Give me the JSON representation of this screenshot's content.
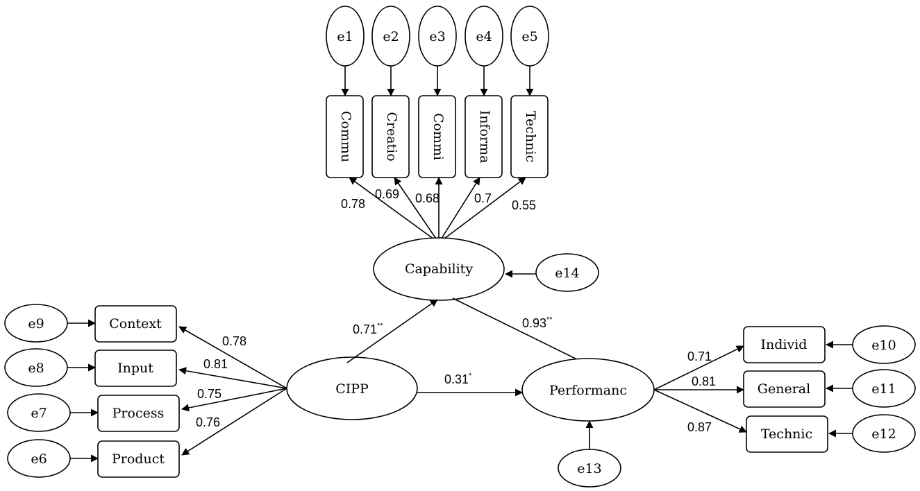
{
  "diagram": {
    "capability_indicators": [
      {
        "id": "commu",
        "label": "Commu",
        "error": "e1",
        "loading": "0.78"
      },
      {
        "id": "creatio",
        "label": "Creatio",
        "error": "e2",
        "loading": "0.69"
      },
      {
        "id": "commi",
        "label": "Commi",
        "error": "e3",
        "loading": "0.68"
      },
      {
        "id": "informa",
        "label": "Informa",
        "error": "e4",
        "loading": "0.7"
      },
      {
        "id": "technic-top",
        "label": "Technic",
        "error": "e5",
        "loading": "0.55"
      }
    ],
    "cipp_indicators": [
      {
        "id": "context",
        "label": "Context",
        "error": "e9",
        "loading": "0.78"
      },
      {
        "id": "input",
        "label": "Input",
        "error": "e8",
        "loading": "0.81"
      },
      {
        "id": "process",
        "label": "Process",
        "error": "e7",
        "loading": "0.75"
      },
      {
        "id": "product",
        "label": "Product",
        "error": "e6",
        "loading": "0.76"
      }
    ],
    "performance_indicators": [
      {
        "id": "individ",
        "label": "Individ",
        "error": "e10",
        "loading": "0.71"
      },
      {
        "id": "general",
        "label": "General",
        "error": "e11",
        "loading": "0.81"
      },
      {
        "id": "technic-right",
        "label": "Technic",
        "error": "e12",
        "loading": "0.87"
      }
    ],
    "latents": {
      "capability": {
        "label": "Capability",
        "error": "e14"
      },
      "cipp": {
        "label": "CIPP"
      },
      "performance": {
        "label": "Performanc",
        "error": "e13"
      }
    },
    "structural_paths": {
      "cipp_to_capability": {
        "value": "0.71",
        "sig": "**"
      },
      "capability_to_performance": {
        "value": "0.93",
        "sig": "**"
      },
      "cipp_to_performance": {
        "value": "0.31",
        "sig": "*"
      }
    }
  }
}
